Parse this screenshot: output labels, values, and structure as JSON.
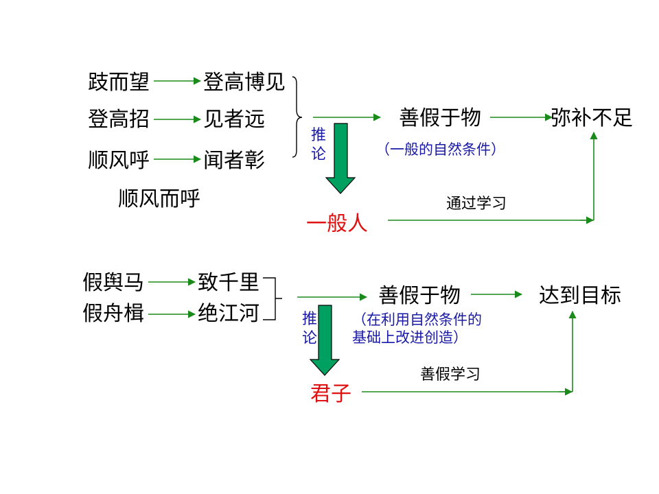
{
  "colors": {
    "arrow": "#1a8a1a",
    "big_arrow_fill": "#00a060",
    "inference_text": "#1a1aa8",
    "subject_text": "#e01010"
  },
  "top": {
    "r1_left": "跂而望",
    "r1_right": "登高博见",
    "r2_left": "登高招",
    "r2_right": "见者远",
    "r3_left": "顺风呼",
    "r3_right": "闻者彰",
    "r4": "顺风而呼",
    "middle": "善假于物",
    "result": "弥补不足",
    "note": "（一般的自然条件）",
    "inference": "推论",
    "subject": "一般人",
    "path_label": "通过学习"
  },
  "bottom": {
    "r1_left": "假舆马",
    "r1_right": "致千里",
    "r2_left": "假舟楫",
    "r2_right": "绝江河",
    "middle": "善假于物",
    "result": "达到目标",
    "note_line1": "（在利用自然条件的",
    "note_line2": "基础上改进创造）",
    "inference": "推论",
    "subject": "君子",
    "path_label": "善假学习"
  }
}
